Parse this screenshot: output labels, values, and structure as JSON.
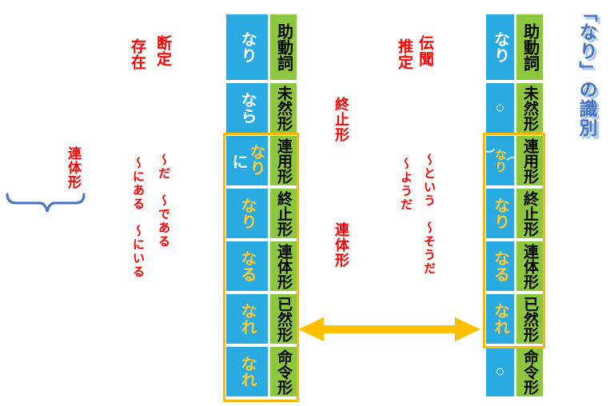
{
  "title": "「なり」の識別",
  "left_annotation": {
    "dantei_label": "断定",
    "sonzai_label": "存在",
    "dantei_meanings": "〜だ　〜である",
    "sonzai_meanings": "〜にある　〜にいる",
    "attach_label": "連体形"
  },
  "middle_annotation": {
    "denbun_label": "伝聞",
    "suitei_label": "推定",
    "attach_shushikei": "終止形",
    "attach_rentaikei": "連体形",
    "denbun_meanings": "〜という　〜そうだ",
    "suitei_meanings": "〜ようだ"
  },
  "left_table": {
    "header_form": "なり",
    "header_label": "助動詞",
    "rows": [
      {
        "form": "なら",
        "label": "未然形",
        "highlight": false
      },
      {
        "form": "なり",
        "form2": "に",
        "label": "連用形",
        "highlight": true
      },
      {
        "form": "なり",
        "label": "終止形",
        "highlight": true
      },
      {
        "form": "なる",
        "label": "連体形",
        "highlight": true
      },
      {
        "form": "なれ",
        "label": "已然形",
        "highlight": true
      },
      {
        "form": "なれ",
        "label": "命令形",
        "highlight": true
      }
    ]
  },
  "right_table": {
    "header_form": "なり",
    "header_label": "助動詞",
    "rows": [
      {
        "form": "○",
        "label": "未然形",
        "highlight": false
      },
      {
        "form": "なり",
        "paren": true,
        "label": "連用形",
        "highlight": true
      },
      {
        "form": "なり",
        "label": "終止形",
        "highlight": true
      },
      {
        "form": "なる",
        "label": "連体形",
        "highlight": true
      },
      {
        "form": "なれ",
        "label": "已然形",
        "highlight": true
      },
      {
        "form": "○",
        "label": "命令形",
        "highlight": false
      }
    ]
  },
  "colors": {
    "cell_blue": "#29ABE2",
    "cell_green": "#8DC63F",
    "orange_border": "#FFB800",
    "arrow_orange": "#FFC000",
    "yellow_text": "#FFC933",
    "red_text": "#FF0000",
    "title_blue": "#4472C4",
    "title_glow": "#A9C6EE",
    "brace_blue": "#4472C4"
  }
}
